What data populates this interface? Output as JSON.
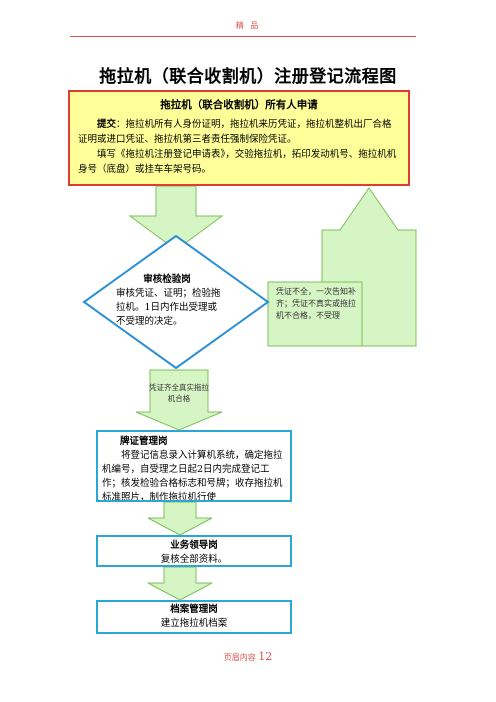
{
  "page": {
    "header": "精 品",
    "title": "拖拉机（联合收割机）注册登记流程图",
    "footer_prefix": "页眉内容",
    "footer_page": "12"
  },
  "application": {
    "heading": "拖拉机（联合收割机）所有人申请",
    "submit_label": "提交",
    "submit_text": "：拖拉机所有人身份证明，拖拉机来历凭证，拖拉机整机出厂合格证明或进口凭证、拖拉机第三者责任强制保险凭证。",
    "fill_text": "填写《拖拉机注册登记申请表》，交验拖拉机，拓印发动机号、拖拉机机身号（底盘）或挂车车架号码。"
  },
  "inspection": {
    "title": "审核检验岗",
    "body": "审核凭证、证明；检验拖拉机。1日内作出受理或不受理的决定。"
  },
  "reject_note": "凭证不全，一次告知补齐；凭证不真实或拖拉机不合格，不受理",
  "pass_note": "凭证齐全真实拖拉机合格",
  "license": {
    "title": "牌证管理岗",
    "body": "将登记信息录入计算机系统，确定拖拉机编号，自受理之日起2日内完成登记工作；核发检验合格标志和号牌；收存拖拉机标准照片，制作拖拉机行使"
  },
  "leader": {
    "title": "业务领导岗",
    "body": "复核全部资料。"
  },
  "archive": {
    "title": "档案管理岗",
    "body": "建立拖拉机档案"
  },
  "colors": {
    "application_fill": "#ffff99",
    "application_border": "#e03c31",
    "flow_fill": "#d6f5c4",
    "flow_stroke": "#7fbf5a",
    "diamond_fill": "#ffffff",
    "diamond_stroke": "#2a8fd6",
    "step_border": "#2aa7d6"
  }
}
